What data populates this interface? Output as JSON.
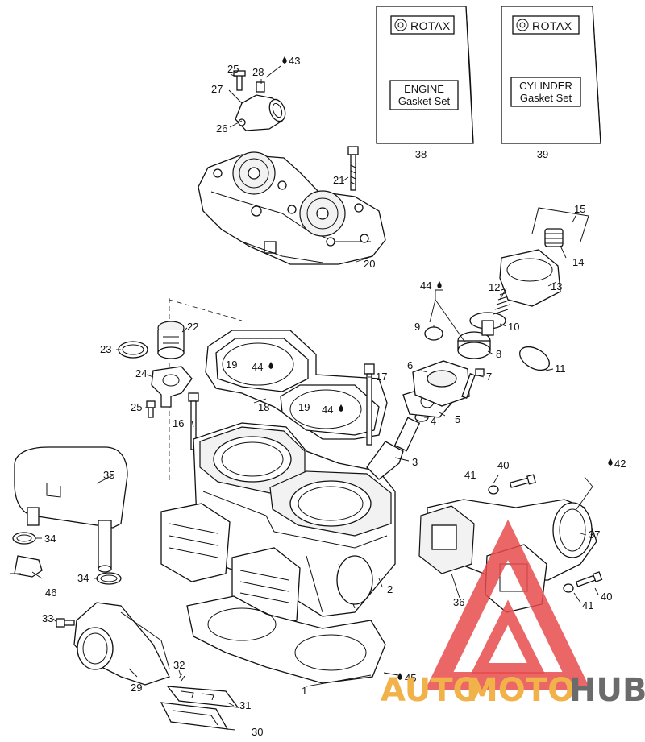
{
  "kits": [
    {
      "brand": "ROTAX",
      "line1": "ENGINE",
      "line2": "Gasket Set",
      "number": "38"
    },
    {
      "brand": "ROTAX",
      "line1": "CYLINDER",
      "line2": "Gasket Set",
      "number": "39"
    }
  ],
  "callouts": {
    "c1": "1",
    "c2": "2",
    "c3": "3",
    "c4": "4",
    "c5": "5",
    "c6": "6",
    "c7": "7",
    "c8": "8",
    "c9": "9",
    "c10": "10",
    "c11": "11",
    "c12": "12",
    "c13": "13",
    "c14": "14",
    "c15": "15",
    "c16": "16",
    "c17": "17",
    "c18": "18",
    "c19a": "19",
    "c19b": "19",
    "c20": "20",
    "c21": "21",
    "c22": "22",
    "c23": "23",
    "c24": "24",
    "c25a": "25",
    "c25b": "25",
    "c26": "26",
    "c27": "27",
    "c28": "28",
    "c29": "29",
    "c30": "30",
    "c31": "31",
    "c32": "32",
    "c33": "33",
    "c34a": "34",
    "c34b": "34",
    "c35": "35",
    "c36": "36",
    "c37": "37",
    "c40a": "40",
    "c40b": "40",
    "c41a": "41",
    "c41b": "41",
    "c42": "42",
    "c43": "43",
    "c44a": "44",
    "c44b": "44",
    "c44c": "44",
    "c45": "45",
    "c46": "46"
  },
  "watermark": {
    "part1": "AUTO",
    "part2": "MOTO",
    "part3": "HUB",
    "colors": {
      "auto": "#f2b24a",
      "moto": "#f2b24a",
      "hub": "#6b6b6b",
      "triangle": "#e84b4b"
    }
  }
}
